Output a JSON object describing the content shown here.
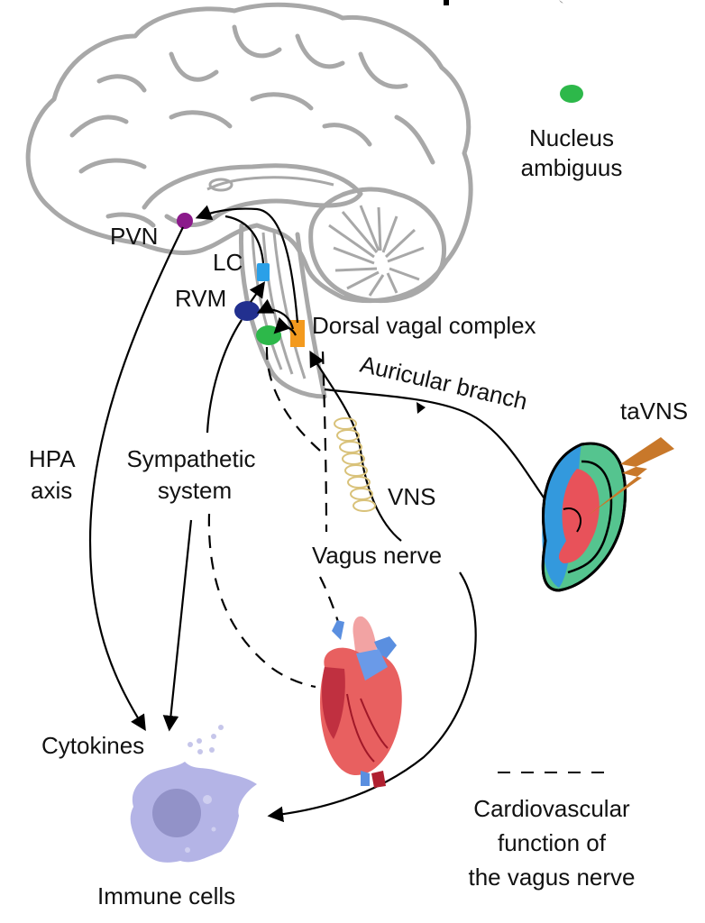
{
  "labels": {
    "pvn": "PVN",
    "lc": "LC",
    "rvm": "RVM",
    "dorsal_vagal_complex": "Dorsal vagal complex",
    "nucleus_ambiguus_line1": "Nucleus",
    "nucleus_ambiguus_line2": "ambiguus",
    "auricular_branch": "Auricular branch",
    "tavns": "taVNS",
    "vns": "VNS",
    "hpa_line1": "HPA",
    "hpa_line2": "axis",
    "sympathetic_line1": "Sympathetic",
    "sympathetic_line2": "system",
    "vagus_nerve": "Vagus nerve",
    "cytokines": "Cytokines",
    "immune_cells": "Immune cells",
    "legend_line1": "Cardiovascular",
    "legend_line2": "function of",
    "legend_line3": "the vagus nerve"
  },
  "colors": {
    "pvn": "#8b1a8b",
    "lc": "#2aa0e8",
    "rvm": "#22308f",
    "nucleus_ambiguus": "#2db84a",
    "dorsal_vagal_complex": "#f39a1e",
    "ear_blue": "#3399dd",
    "ear_green": "#55c48f",
    "ear_red": "#e8525a",
    "bolt": "#c8782a",
    "coil": "#d9c27a",
    "immune_cell": "#b4b4e6",
    "immune_nucleus": "#9292c8"
  }
}
